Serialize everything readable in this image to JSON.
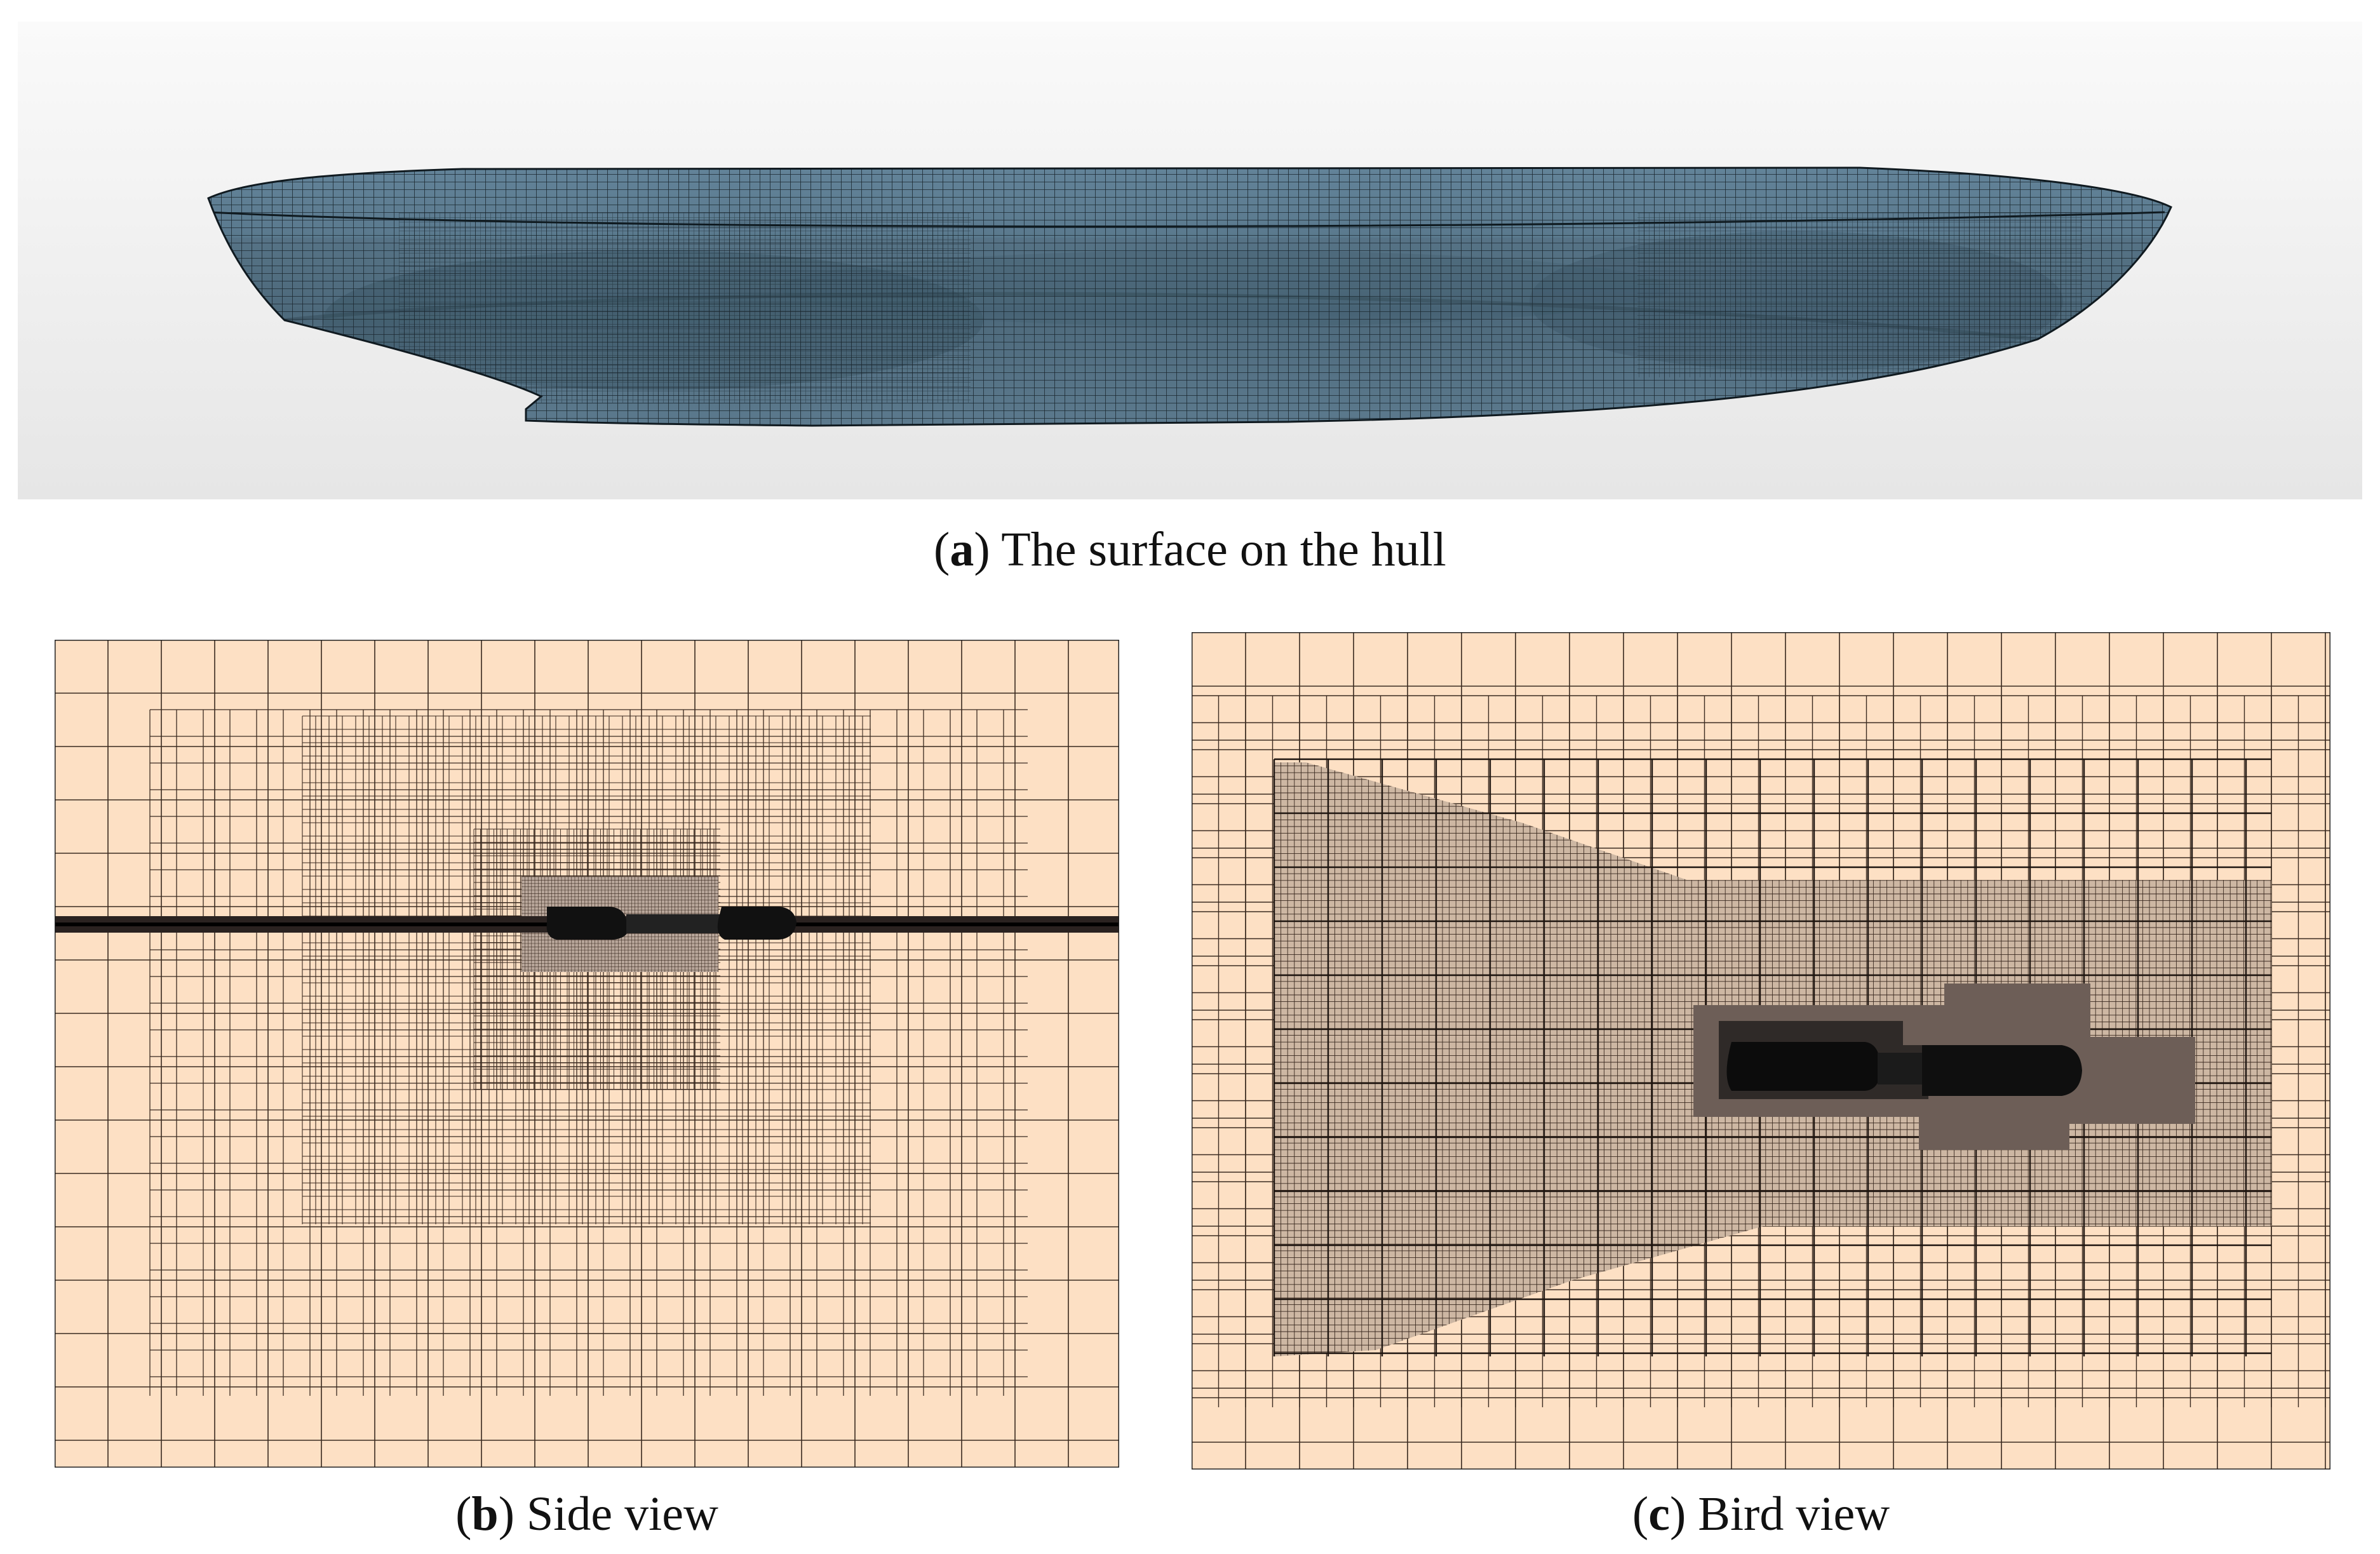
{
  "figure": {
    "panels": [
      {
        "id": "a",
        "caption_letter": "a",
        "caption_text": " The surface on the hull"
      },
      {
        "id": "b",
        "caption_letter": "b",
        "caption_text": " Side view"
      },
      {
        "id": "c",
        "caption_letter": "c",
        "caption_text": " Bird view"
      }
    ]
  },
  "colors": {
    "hull_surface": "#5c7c91",
    "hull_mesh_line": "#1e2b33",
    "background_grey": "#ececec",
    "domain_fill": "#fde0c4",
    "mesh_line": "#3a2a20",
    "dense_mesh": "#2a2220"
  }
}
